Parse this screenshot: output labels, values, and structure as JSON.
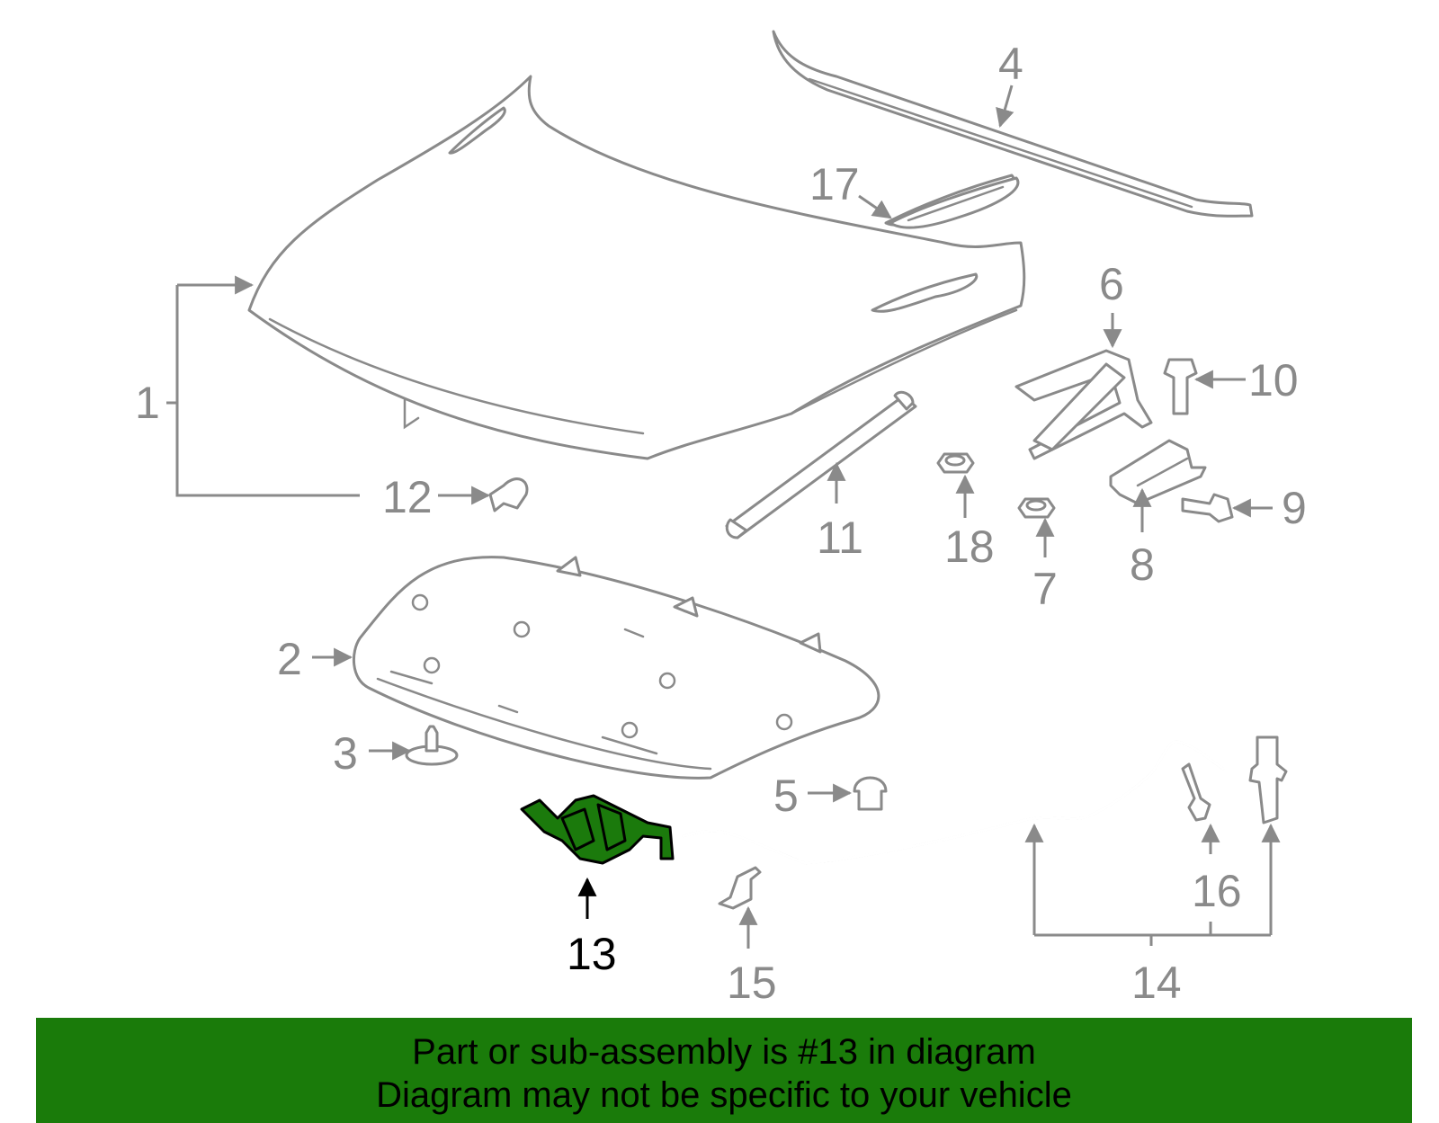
{
  "callouts": {
    "c1": "1",
    "c2": "2",
    "c3": "3",
    "c4": "4",
    "c5": "5",
    "c6": "6",
    "c7": "7",
    "c8": "8",
    "c9": "9",
    "c10": "10",
    "c11": "11",
    "c12": "12",
    "c13": "13",
    "c14": "14",
    "c15": "15",
    "c16": "16",
    "c17": "17",
    "c18": "18"
  },
  "highlighted_part": "13",
  "colors": {
    "highlight": "#1b7a0c",
    "banner": "#1a7b0a",
    "line": "#8a8a8a"
  },
  "banner": {
    "line1": "Part or sub-assembly is #13 in diagram",
    "line2": "Diagram may not be specific to your vehicle"
  }
}
